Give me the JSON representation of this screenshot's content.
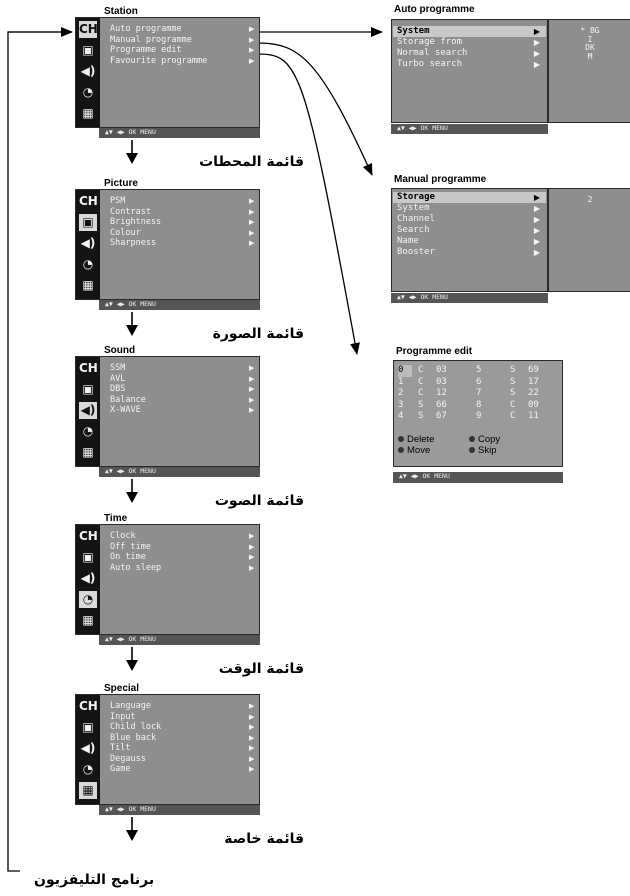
{
  "footer_text": "▲▼ ◀▶ OK MENU",
  "main_menus": [
    {
      "title": "Station",
      "active_icon": 0,
      "items": [
        "Auto programme",
        "Manual programme",
        "Programme edit",
        "Favourite programme"
      ],
      "caption": "قائمة المحطات"
    },
    {
      "title": "Picture",
      "active_icon": 1,
      "items": [
        "PSM",
        "Contrast",
        "Brightness",
        "Colour",
        "Sharpness"
      ],
      "caption": "قائمة الصورة"
    },
    {
      "title": "Sound",
      "active_icon": 2,
      "items": [
        "SSM",
        "AVL",
        "DBS",
        "Balance",
        "X-WAVE"
      ],
      "caption": "قائمة الصوت"
    },
    {
      "title": "Time",
      "active_icon": 3,
      "items": [
        "Clock",
        "Off time",
        "On time",
        "Auto sleep"
      ],
      "caption": "قائمة الوقت"
    },
    {
      "title": "Special",
      "active_icon": 4,
      "items": [
        "Language",
        "Input",
        "Child lock",
        "Blue back",
        "Tilt",
        "Degauss",
        "Game"
      ],
      "caption": "قائمة خاصة"
    }
  ],
  "side_icons": [
    {
      "name": "ch-icon",
      "glyph": "CH"
    },
    {
      "name": "picture-icon",
      "glyph": "▣"
    },
    {
      "name": "speaker-icon",
      "glyph": "◀)"
    },
    {
      "name": "clock-icon",
      "glyph": "◔"
    },
    {
      "name": "special-icon",
      "glyph": "▦"
    }
  ],
  "bottom_caption": "برنامج التليفزيون",
  "auto_programme": {
    "title": "Auto programme",
    "items": [
      "System",
      "Storage from",
      "Normal search",
      "Turbo search"
    ],
    "highlighted": 0,
    "values": [
      "* BG",
      "I",
      "DK",
      "M"
    ]
  },
  "manual_programme": {
    "title": "Manual programme",
    "items": [
      "Storage",
      "System",
      "Channel",
      "Search",
      "Name",
      "Booster"
    ],
    "highlighted": 0,
    "value": "2"
  },
  "programme_edit": {
    "title": "Programme edit",
    "rows": [
      [
        "0",
        "C",
        "03",
        "5",
        "S",
        "69"
      ],
      [
        "1",
        "C",
        "03",
        "6",
        "S",
        "17"
      ],
      [
        "2",
        "C",
        "12",
        "7",
        "S",
        "22"
      ],
      [
        "3",
        "S",
        "66",
        "8",
        "C",
        "09"
      ],
      [
        "4",
        "S",
        "67",
        "9",
        "C",
        "11"
      ]
    ],
    "options": [
      {
        "label": "Delete",
        "pair": "Copy"
      },
      {
        "label": "Move",
        "pair": "Skip"
      }
    ],
    "footer": "▲▼ ◀▶ OK MENU"
  }
}
